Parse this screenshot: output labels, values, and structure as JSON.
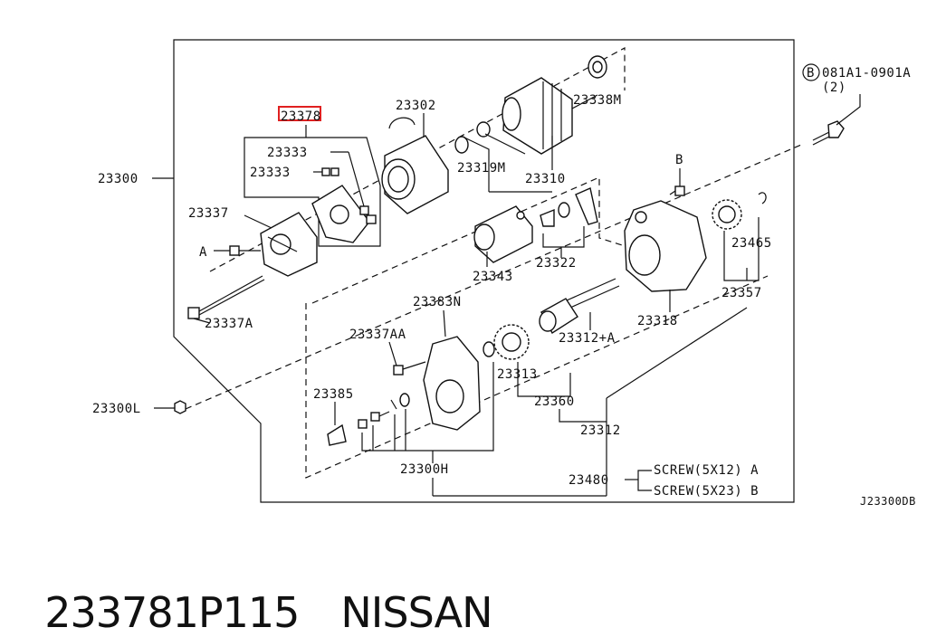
{
  "diagram": {
    "labels": {
      "l23300": "23300",
      "l23378": "23378",
      "l23333a": "23333",
      "l23333b": "23333",
      "l23337": "23337",
      "l_a": "A",
      "l23337a": "23337A",
      "l23302": "23302",
      "l23338m": "23338M",
      "l23319m": "23319M",
      "l23310": "23310",
      "l_b": "B",
      "l23343": "23343",
      "l23322": "23322",
      "l23465": "23465",
      "l23357": "23357",
      "l23318": "23318",
      "l23383n": "23383N",
      "l23337aa": "23337AA",
      "l23312a": "23312+A",
      "l23313": "23313",
      "l23385": "23385",
      "l23360": "23360",
      "l23312": "23312",
      "l23300l": "23300L",
      "l23300h": "23300H",
      "l23480": "23480",
      "screw_a": "SCREW(5X12) A",
      "screw_b": "SCREW(5X23) B",
      "bolt_circle": "B",
      "bolt_code": "081A1-0901A",
      "bolt_qty": "(2)",
      "diagram_id": "J23300DB"
    },
    "highlight_color": "#e02020"
  },
  "footer": {
    "part_number": "233781P115",
    "brand": "NISSAN"
  }
}
